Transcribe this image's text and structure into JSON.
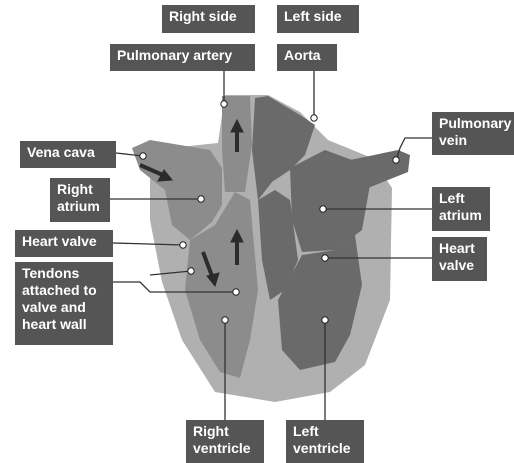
{
  "labels": {
    "right_side": "Right side",
    "left_side": "Left side",
    "pulmonary_artery": "Pulmonary artery",
    "aorta": "Aorta",
    "vena_cava": "Vena cava",
    "pulmonary_vein": "Pulmonary\nvein",
    "right_atrium": "Right\natrium",
    "left_atrium": "Left\natrium",
    "heart_valve_left": "Heart valve",
    "heart_valve_right": "Heart\nvalve",
    "tendons": "Tendons\nattached to\nvalve and\nheart wall",
    "right_ventricle": "Right\nventricle",
    "left_ventricle": "Left\nventricle"
  },
  "colors": {
    "label_bg": "#555555",
    "label_text": "#ffffff",
    "outer_wall": "#b0b0b0",
    "right_chamber": "#8c8c8c",
    "left_chamber": "#6a6a6a",
    "arrow": "#2b2b2b",
    "leader_line": "#333333"
  }
}
